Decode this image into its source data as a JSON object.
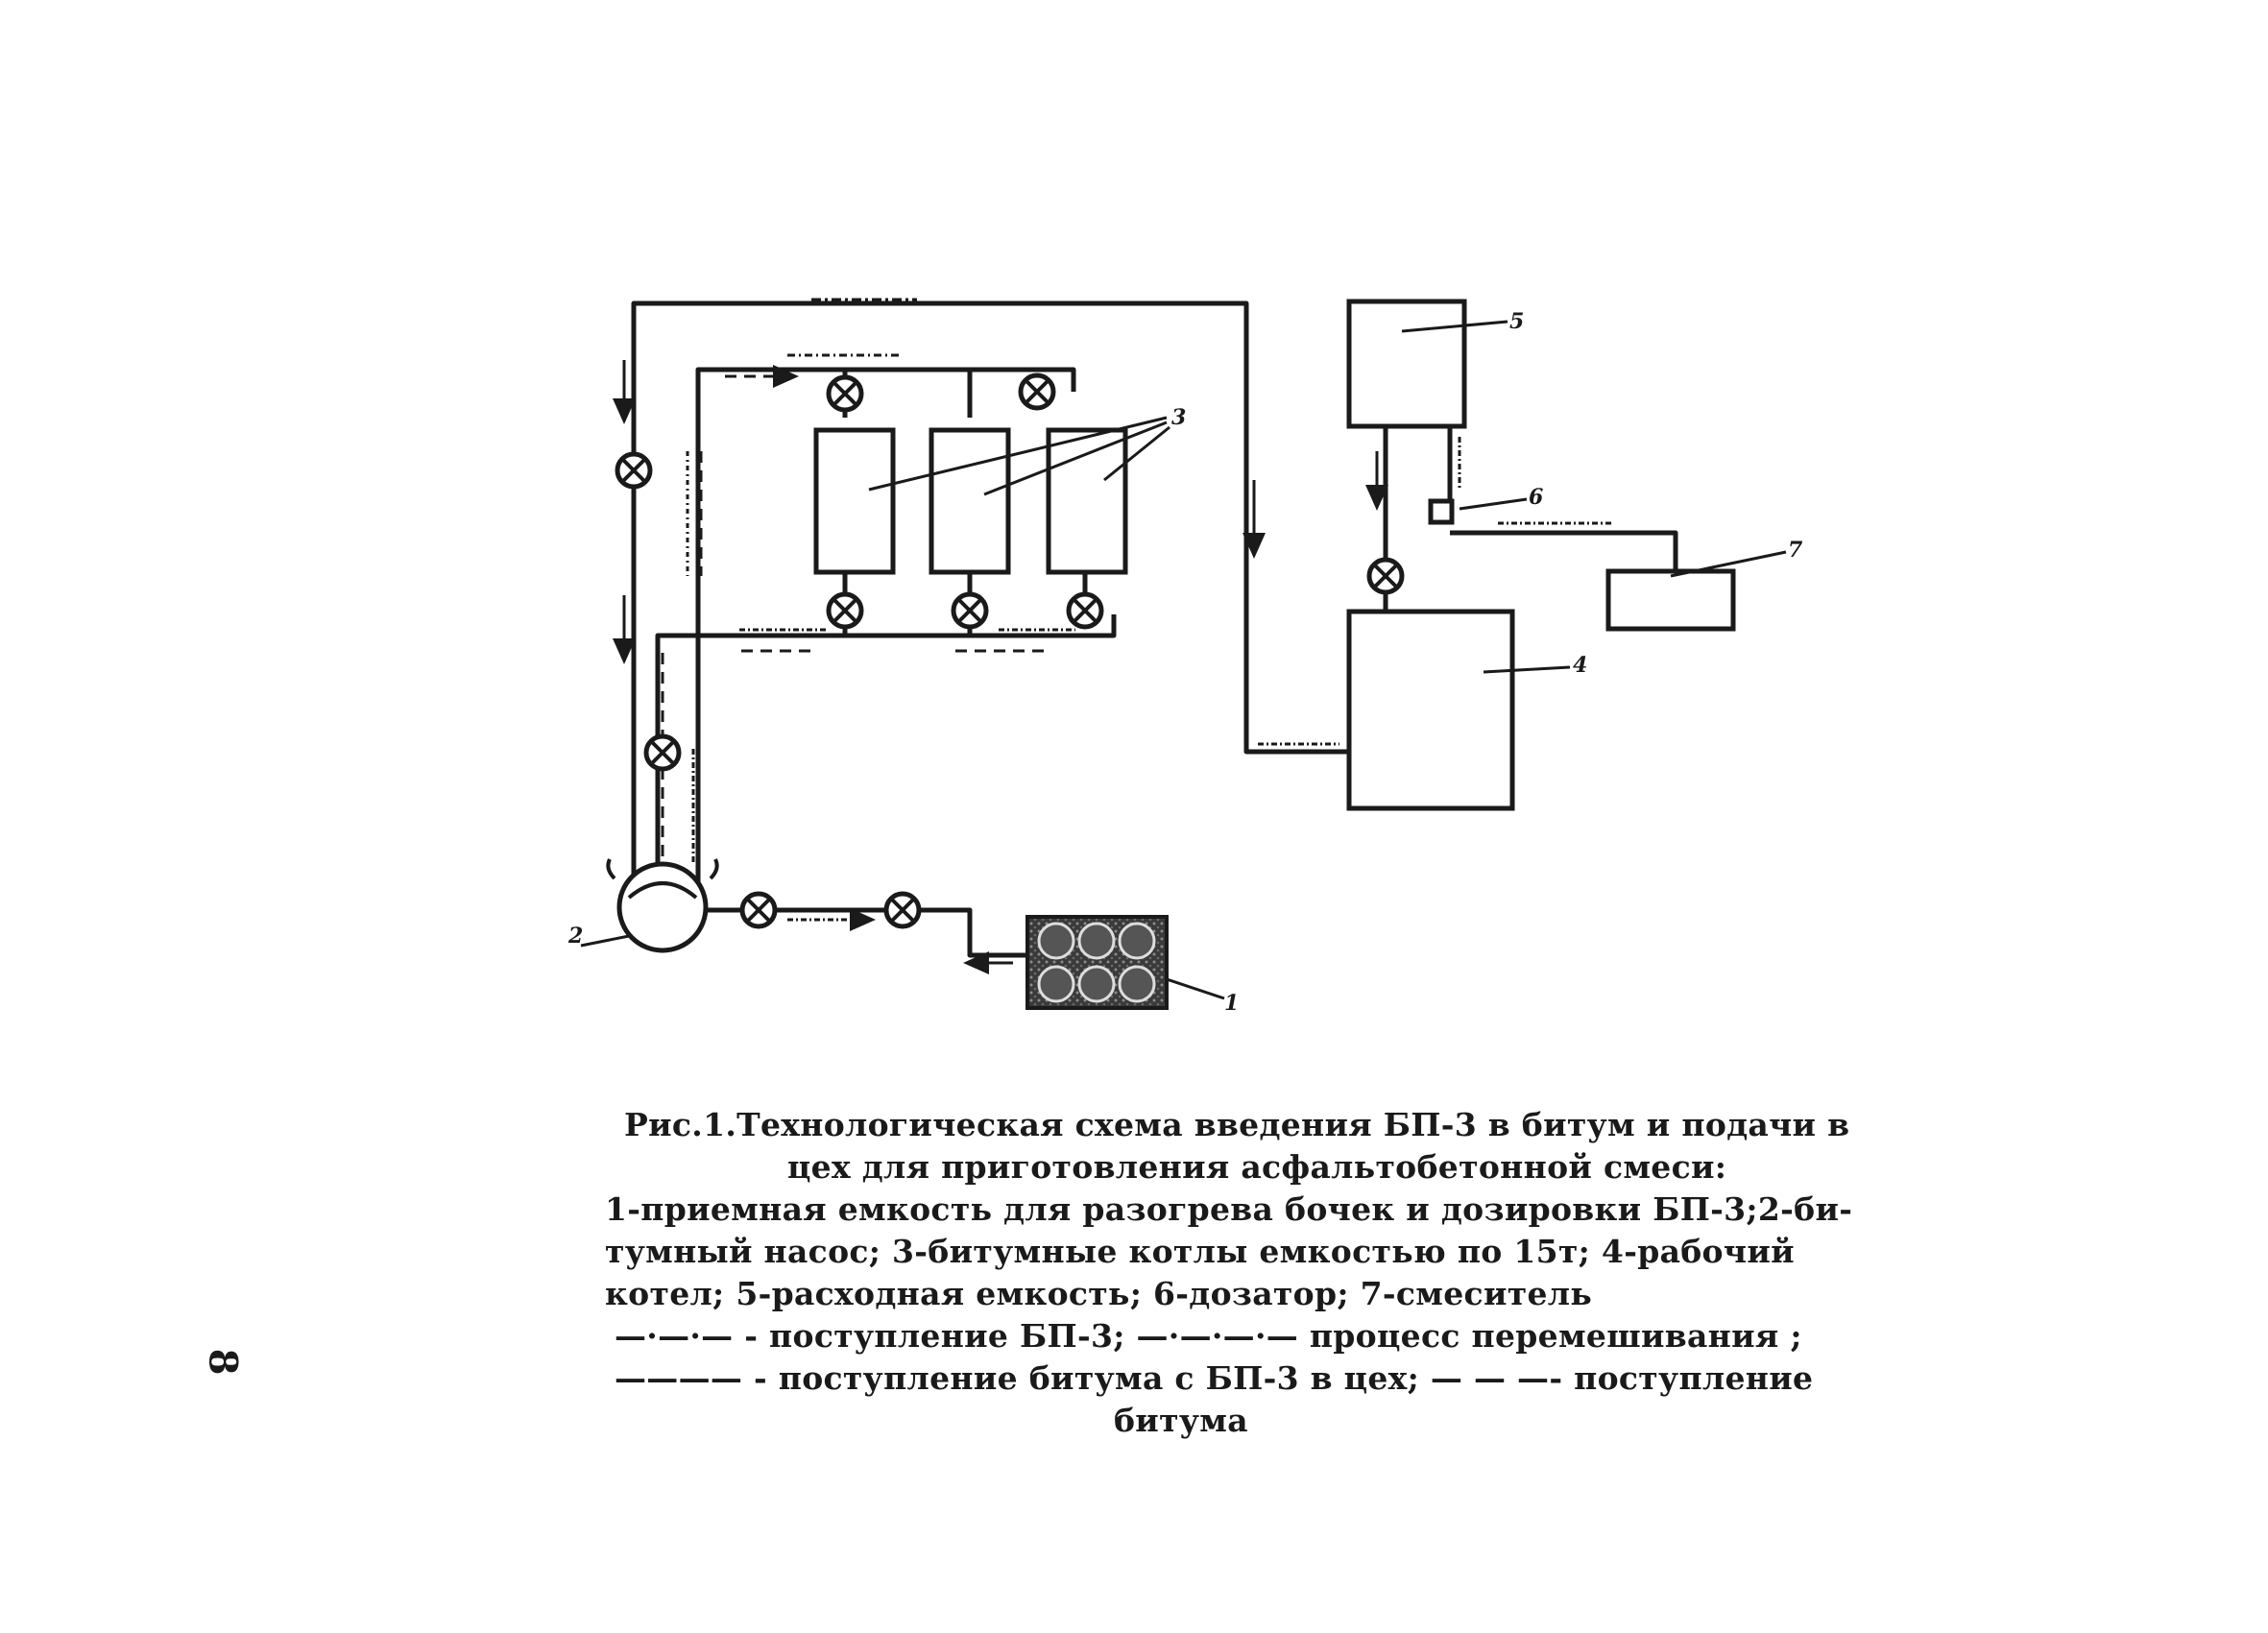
{
  "diagram": {
    "labels": {
      "receiver": "1",
      "pump": "2",
      "boilers": "3",
      "work_boiler": "4",
      "supply_tank": "5",
      "doser": "6",
      "mixer": "7"
    }
  },
  "caption": {
    "line1": "Рис.1.Технологическая схема введения БП-3 в битум и подачи в",
    "line2": "цех для приготовления асфальтобетонной смеси:",
    "line3": "1-приемная емкость для разогрева бочек и дозировки БП-3;2-би-",
    "line4": "тумный насос; 3-битумные  котлы емкостью по 15т; 4-рабочий",
    "line5": "котел; 5-расходная емкость; 6-дозатор; 7-смеситель",
    "line6": "—·—·— - поступление БП-3; —·—·—·— процесс перемешивания ;",
    "line7": "———— - поступление битума с БП-3 в цех; — — —- поступление",
    "line8": "битума"
  },
  "page_number": "8"
}
